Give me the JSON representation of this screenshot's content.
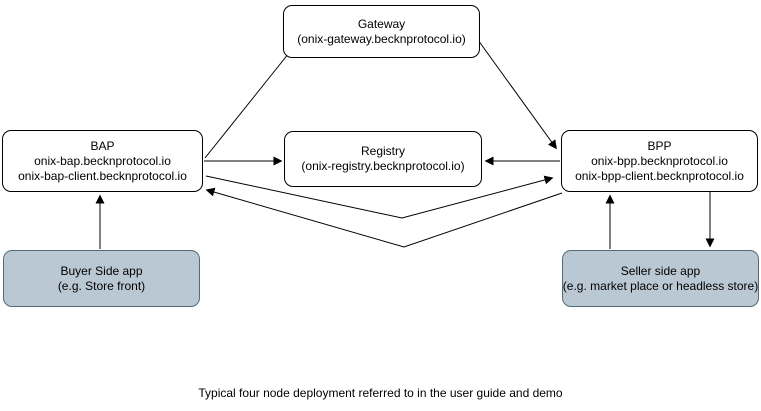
{
  "diagram": {
    "nodes": {
      "gateway": {
        "title": "Gateway",
        "subtitle": "(onix-gateway.becknprotocol.io)"
      },
      "bap": {
        "title": "BAP",
        "line1": "onix-bap.becknprotocol.io",
        "line2": "onix-bap-client.becknprotocol.io"
      },
      "registry": {
        "title": "Registry",
        "subtitle": "(onix-registry.becknprotocol.io)"
      },
      "bpp": {
        "title": "BPP",
        "line1": "onix-bpp.becknprotocol.io",
        "line2": "onix-bpp-client.becknprotocol.io"
      },
      "buyer_app": {
        "title": "Buyer Side app",
        "subtitle": "(e.g. Store front)"
      },
      "seller_app": {
        "title": "Seller side app",
        "subtitle": "(e.g. market place or headless store)"
      }
    },
    "edges": [
      {
        "from": "bap",
        "to": "gateway"
      },
      {
        "from": "gateway",
        "to": "bpp"
      },
      {
        "from": "bap",
        "to": "registry"
      },
      {
        "from": "bpp",
        "to": "registry"
      },
      {
        "from": "bap",
        "to": "bpp"
      },
      {
        "from": "bpp",
        "to": "bap"
      },
      {
        "from": "buyer_app",
        "to": "bap"
      },
      {
        "from": "seller_app",
        "to": "bpp"
      },
      {
        "from": "bpp",
        "to": "seller_app"
      }
    ],
    "caption": "Typical four node deployment referred to in the user guide and demo",
    "colors": {
      "node_fill": "#ffffff",
      "node_border": "#000000",
      "app_fill": "#bac8d3",
      "app_border": "#506b7c",
      "arrow": "#000000"
    }
  }
}
